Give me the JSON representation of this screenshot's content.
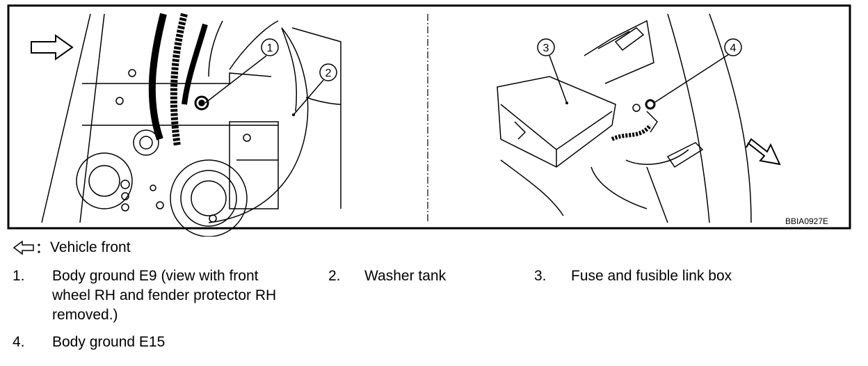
{
  "figure": {
    "code": "BBIA0927E",
    "callouts": [
      "1",
      "2",
      "3",
      "4"
    ]
  },
  "legend": {
    "arrow_icon": "hollow-arrow-left",
    "text": "Vehicle front"
  },
  "items": [
    {
      "number": "1.",
      "text_lines": [
        "Body ground E9 (view with front",
        "wheel RH and fender protector RH",
        "removed.)"
      ]
    },
    {
      "number": "2.",
      "text_lines": [
        "Washer tank"
      ]
    },
    {
      "number": "3.",
      "text_lines": [
        "Fuse and fusible link box"
      ]
    },
    {
      "number": "4.",
      "text_lines": [
        "Body ground E15"
      ]
    }
  ]
}
